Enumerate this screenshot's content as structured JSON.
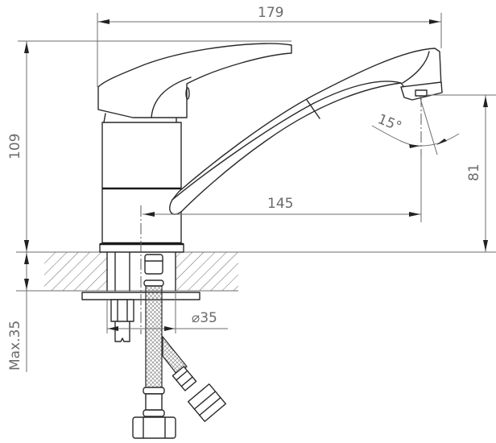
{
  "drawing": {
    "subject": "single-lever kitchen faucet with swivel spout, technical dimension drawing",
    "units": "mm",
    "colors": {
      "outline": "#2a2a2a",
      "dimension_line": "#6e6e6e",
      "dimension_text": "#6a6a6a",
      "background": "#ffffff"
    }
  },
  "dimensions": {
    "overall_length": {
      "label": "179",
      "value": 179,
      "orientation": "horizontal"
    },
    "overall_height": {
      "label": "109",
      "value": 109,
      "orientation": "vertical"
    },
    "spout_reach": {
      "label": "145",
      "value": 145,
      "orientation": "horizontal"
    },
    "spout_outlet_height": {
      "label": "81",
      "value": 81,
      "orientation": "vertical"
    },
    "aerator_angle": {
      "label": "15°",
      "value": 15,
      "unit": "deg"
    },
    "countertop_thickness_max": {
      "label": "Max.35",
      "value": 35,
      "orientation": "vertical"
    },
    "mounting_hole_diameter": {
      "label": "⌀35",
      "value": 35
    }
  },
  "parts": [
    {
      "name": "lever-handle"
    },
    {
      "name": "valve-body"
    },
    {
      "name": "swivel-spout"
    },
    {
      "name": "aerator"
    },
    {
      "name": "base-ring"
    },
    {
      "name": "countertop-section"
    },
    {
      "name": "mounting-plate"
    },
    {
      "name": "mounting-stud"
    },
    {
      "name": "flexible-hose-vertical"
    },
    {
      "name": "flexible-hose-angled"
    },
    {
      "name": "hose-nut"
    }
  ]
}
